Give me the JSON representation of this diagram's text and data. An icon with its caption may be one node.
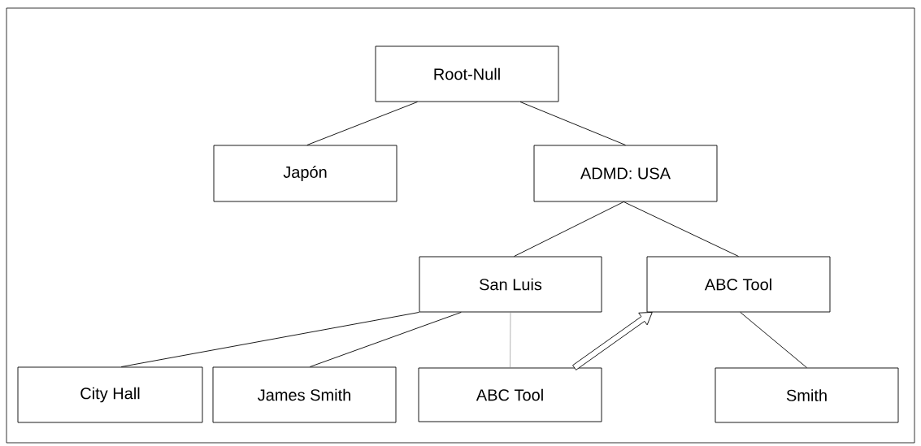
{
  "diagram": {
    "nodes": [
      {
        "text": [
          "Root-Null"
        ]
      },
      {
        "text": [
          "Japón"
        ]
      },
      {
        "text": [
          "ADMD: USA"
        ]
      },
      {
        "text": [
          "San Luis"
        ]
      },
      {
        "text": [
          "ABC Tool"
        ]
      },
      {
        "text": [
          "City Hall"
        ]
      },
      {
        "text": [
          "James Smith"
        ]
      },
      {
        "text": [
          "ABC Tool"
        ]
      },
      {
        "text": [
          "Smith"
        ]
      }
    ],
    "edges": [
      {
        "from": 0,
        "to": 1,
        "arrow": "none"
      },
      {
        "from": 0,
        "to": 2,
        "arrow": "none"
      },
      {
        "from": 2,
        "to": 3,
        "arrow": "none"
      },
      {
        "from": 2,
        "to": 4,
        "arrow": "none"
      },
      {
        "from": 3,
        "to": 5,
        "arrow": "none"
      },
      {
        "from": 3,
        "to": 6,
        "arrow": "none"
      },
      {
        "from": 3,
        "to": 7,
        "arrow": "none",
        "color": "#808080"
      },
      {
        "from": 4,
        "to": 8,
        "arrow": "none"
      },
      {
        "from": 7,
        "to": 4,
        "arrow": "to",
        "style": "thick"
      }
    ]
  }
}
